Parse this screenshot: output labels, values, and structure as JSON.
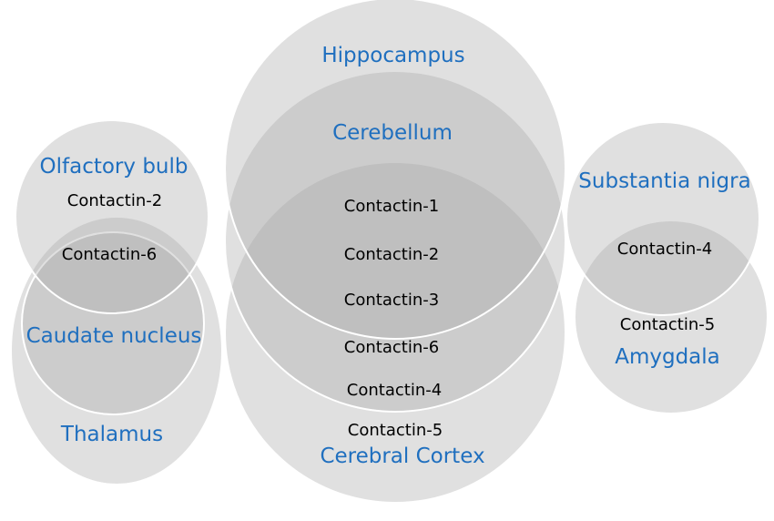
{
  "colors": {
    "region_label": "#1f6fbf",
    "protein_label": "#000000",
    "circle_fill": "#a6a6a6",
    "circle_stroke": "#ffffff"
  },
  "regions": {
    "hippocampus": "Hippocampus",
    "cerebellum": "Cerebellum",
    "cerebral_cortex": "Cerebral Cortex",
    "olfactory_bulb": "Olfactory bulb",
    "caudate_nucleus": "Caudate nucleus",
    "thalamus": "Thalamus",
    "substantia_nigra": "Substantia nigra",
    "amygdala": "Amygdala"
  },
  "center_proteins": [
    "Contactin-1",
    "Contactin-2",
    "Contactin-3",
    "Contactin-6",
    "Contactin-4",
    "Contactin-5"
  ],
  "left_proteins": {
    "olfactory_only": "Contactin-2",
    "shared": "Contactin-6"
  },
  "right_proteins": {
    "shared": "Contactin-4",
    "amygdala_only": "Contactin-5"
  }
}
